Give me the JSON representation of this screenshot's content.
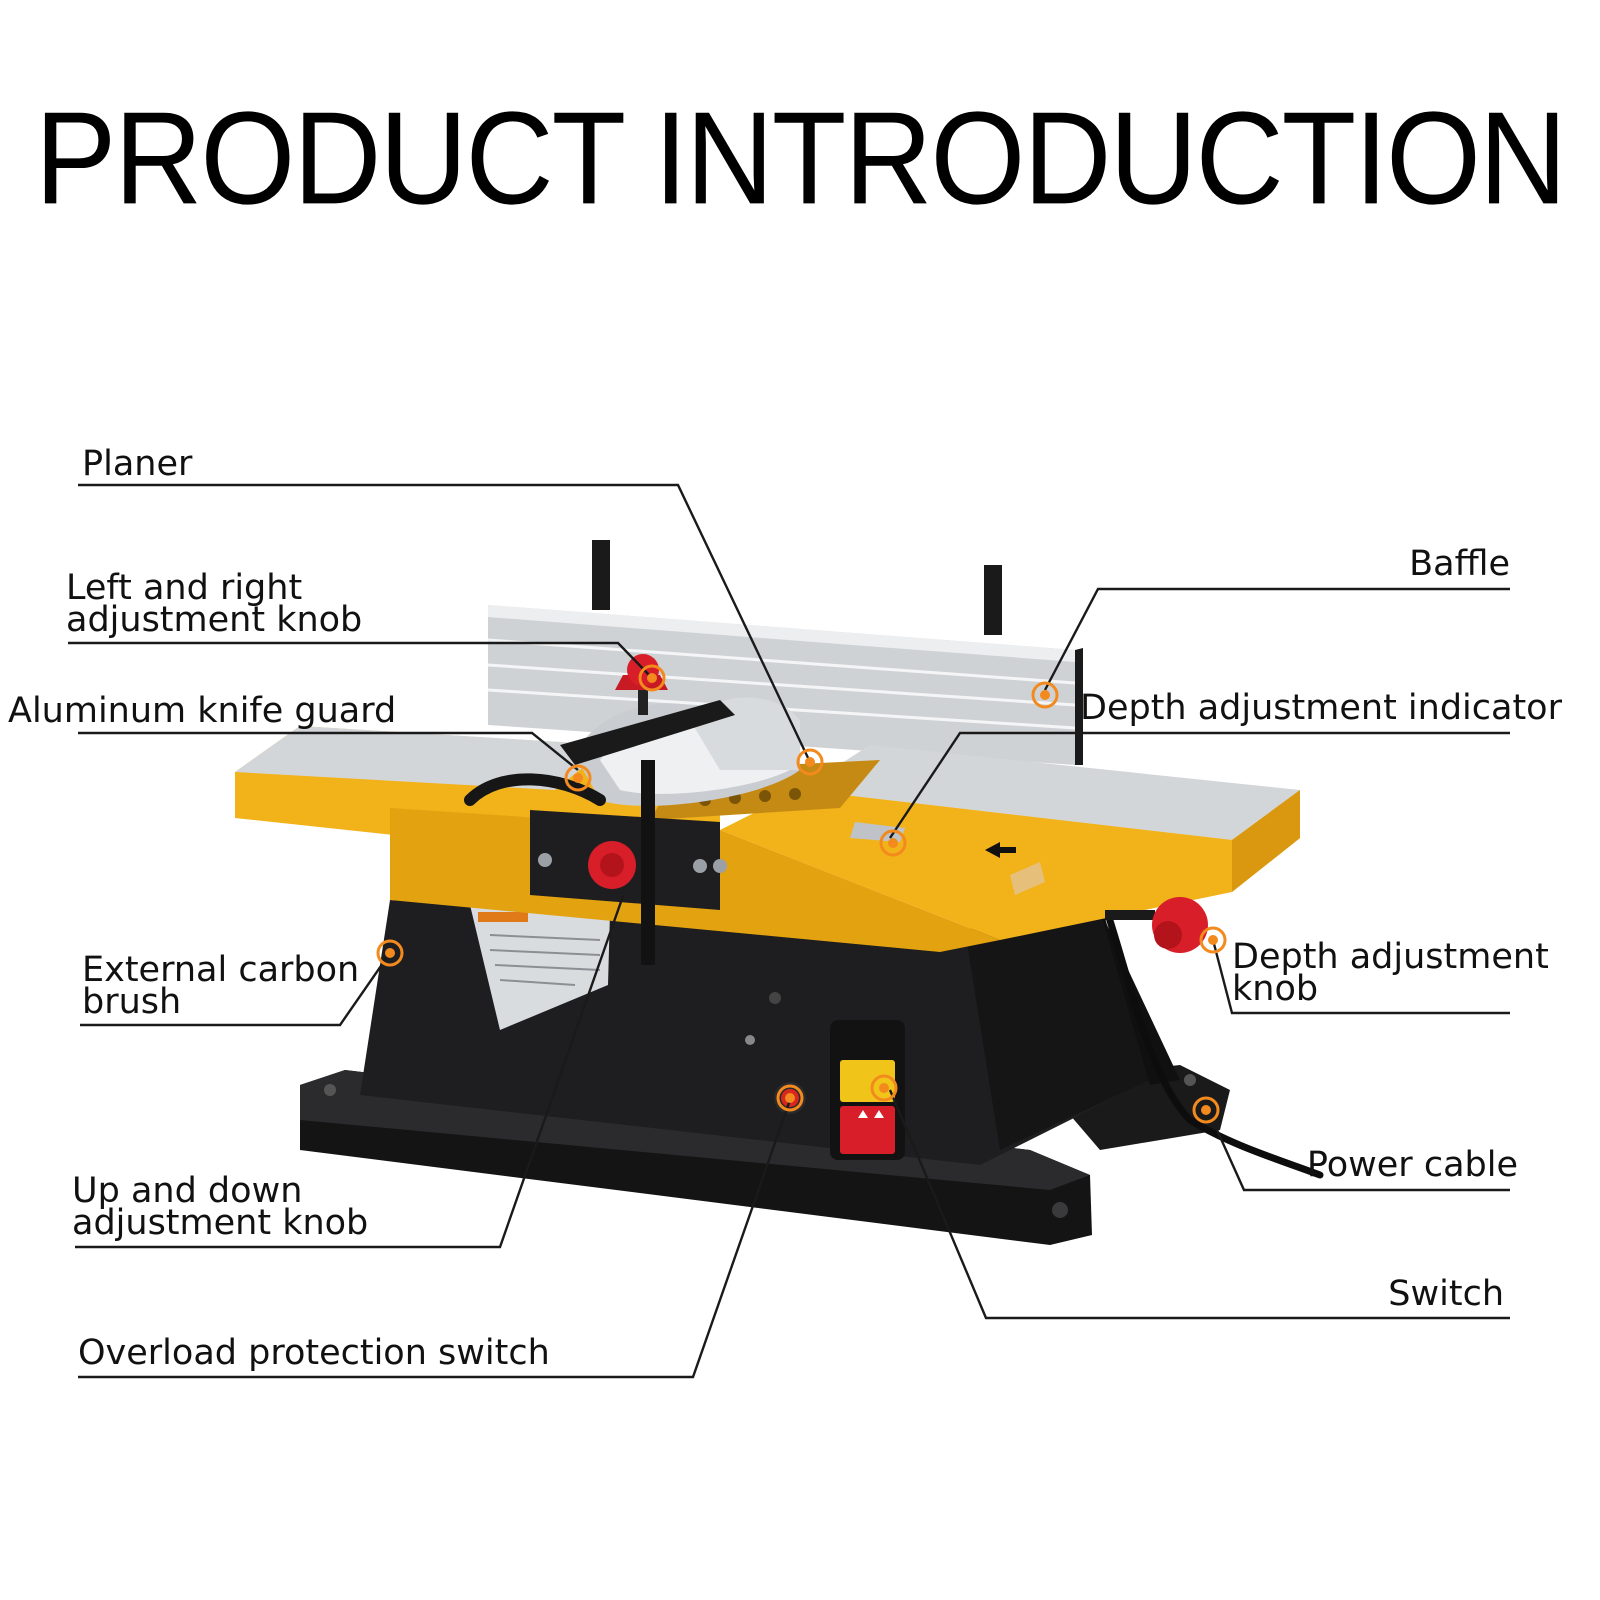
{
  "title": "PRODUCT INTRODUCTION",
  "colors": {
    "accent": "#f28a1e",
    "body_yellow": "#f2b21a",
    "base_black": "#1c1c1e",
    "knob_red": "#d81e28",
    "guard_silver": "#d7dadd"
  },
  "callouts": {
    "planer": "Planer",
    "left_right_knob_line1": "Left and right",
    "left_right_knob_line2": "adjustment knob",
    "knife_guard": "Aluminum knife guard",
    "carbon_brush_line1": "External carbon",
    "carbon_brush_line2": "brush",
    "up_down_knob_line1": "Up and down",
    "up_down_knob_line2": "adjustment knob",
    "overload_switch": "Overload protection switch",
    "baffle": "Baffle",
    "depth_indicator": "Depth adjustment indicator",
    "depth_knob_line1": "Depth adjustment",
    "depth_knob_line2": "knob",
    "power_cable": "Power cable",
    "switch": "Switch"
  }
}
